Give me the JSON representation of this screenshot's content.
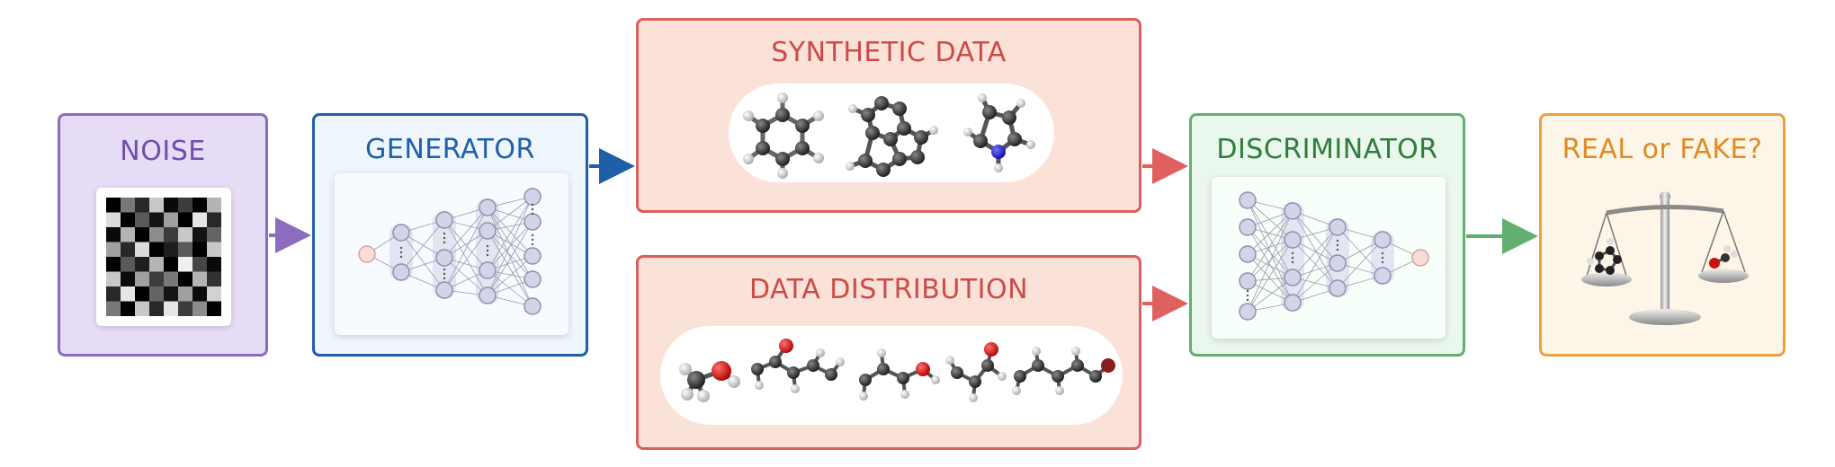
{
  "noise": {
    "title": "NOISE",
    "color": "#6f4fa8",
    "bg": "#e7dcf5"
  },
  "generator": {
    "title": "GENERATOR",
    "color": "#1f5faa",
    "bg": "#eef5fc"
  },
  "synthetic": {
    "title": "SYNTHETIC DATA",
    "color": "#cc4a48",
    "bg": "#fbe2d8"
  },
  "distribution": {
    "title": "DATA DISTRIBUTION",
    "color": "#cc4a48",
    "bg": "#fbe2d8"
  },
  "discriminator": {
    "title": "DISCRIMINATOR",
    "color": "#2e7d3a",
    "bg": "#e9f7ec"
  },
  "verdict": {
    "title": "REAL or FAKE?",
    "color": "#e08a22",
    "bg": "#fdf6e8"
  },
  "icons": [
    "noise-grid-icon",
    "generator-network-icon",
    "synthetic-molecules-icon",
    "real-molecules-icon",
    "discriminator-network-icon",
    "balance-scale-icon"
  ]
}
